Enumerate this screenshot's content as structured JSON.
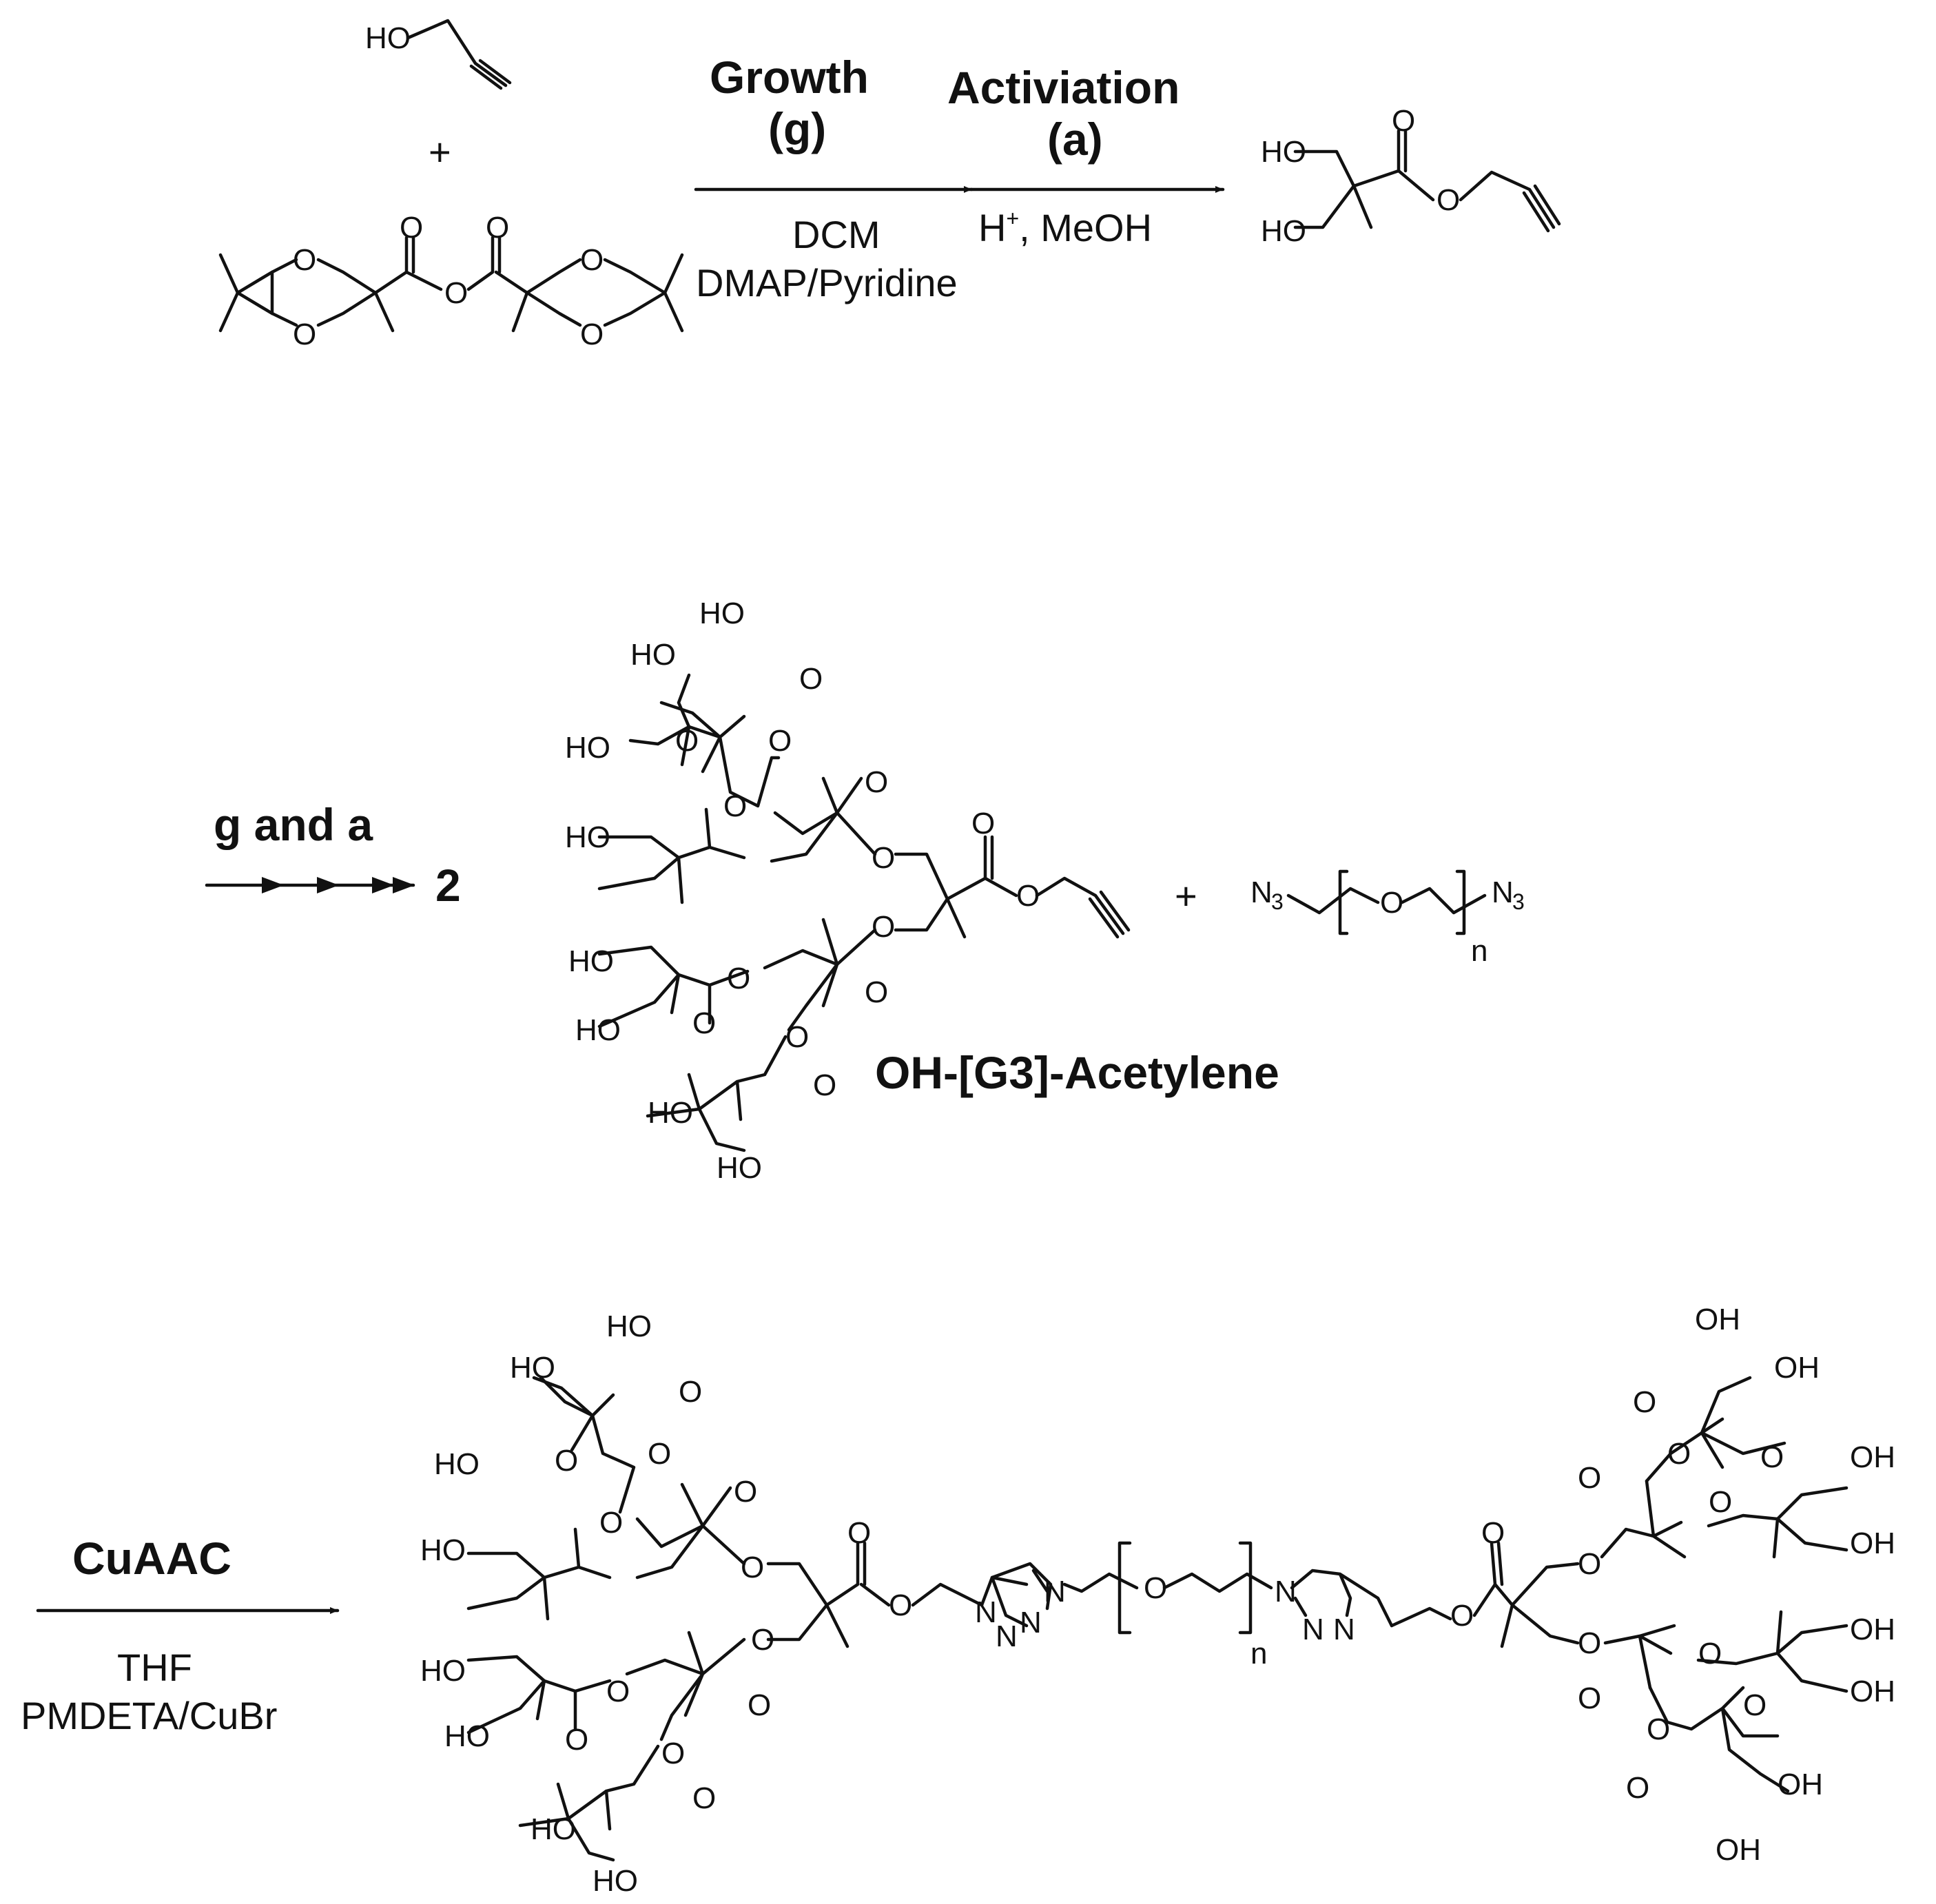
{
  "colors": {
    "ink": "#111111",
    "background": "#ffffff"
  },
  "step1": {
    "alcohol_oh": "HO",
    "plus": "+",
    "anhydride_ring_o": "O",
    "growth_title": "Growth",
    "growth_abbrev": "(g)",
    "activation_title": "Activiation",
    "activation_abbrev": "(a)",
    "cond_solvent": "DCM",
    "cond_catalyst": "DMAP/Pyridine",
    "cond_acid_h": "H",
    "cond_acid_sup": "+",
    "cond_acid_rest": ", MeOH",
    "product_oh": "HO"
  },
  "step2": {
    "arrow_label": "g and a",
    "repeat_count": "2",
    "plus": "+",
    "compound_name": "OH-[G3]-Acetylene",
    "hydroxyl": "HO",
    "oxygen": "O",
    "azide_n": "N",
    "azide_sub": "3",
    "repeat_n": "n"
  },
  "step3": {
    "arrow_label": "CuAAC",
    "cond_solvent": "THF",
    "cond_catalyst": "PMDETA/CuBr",
    "hydroxyl_left": "HO",
    "hydroxyl_right": "OH",
    "oxygen": "O",
    "triazole_n": "N",
    "repeat_n": "n"
  }
}
